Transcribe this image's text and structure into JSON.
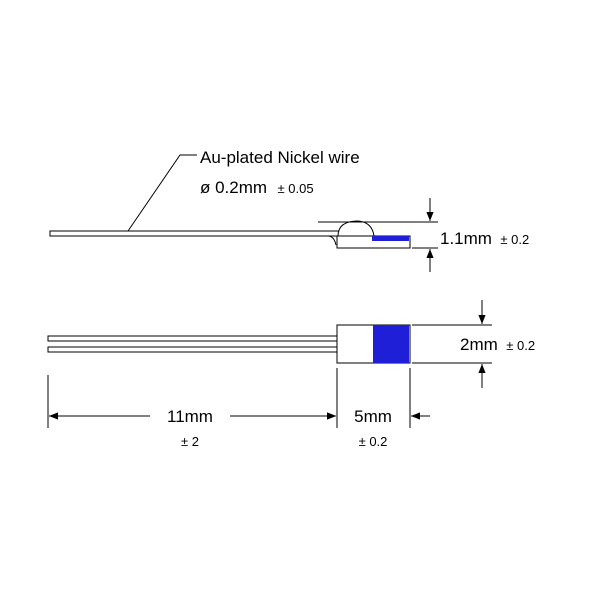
{
  "wire_label": {
    "name": "Au-plated Nickel wire",
    "diameter": "ø 0.2mm",
    "diameter_tol": "± 0.05"
  },
  "height_dim": {
    "value": "1.1mm",
    "tol": "± 0.2"
  },
  "width_dim": {
    "value": "2mm",
    "tol": "± 0.2"
  },
  "lead_length_dim": {
    "value": "11mm",
    "tol": "± 2"
  },
  "body_length_dim": {
    "value": "5mm",
    "tol": "± 0.2"
  },
  "colors": {
    "band": "#1f1fd8",
    "line": "#000000"
  }
}
